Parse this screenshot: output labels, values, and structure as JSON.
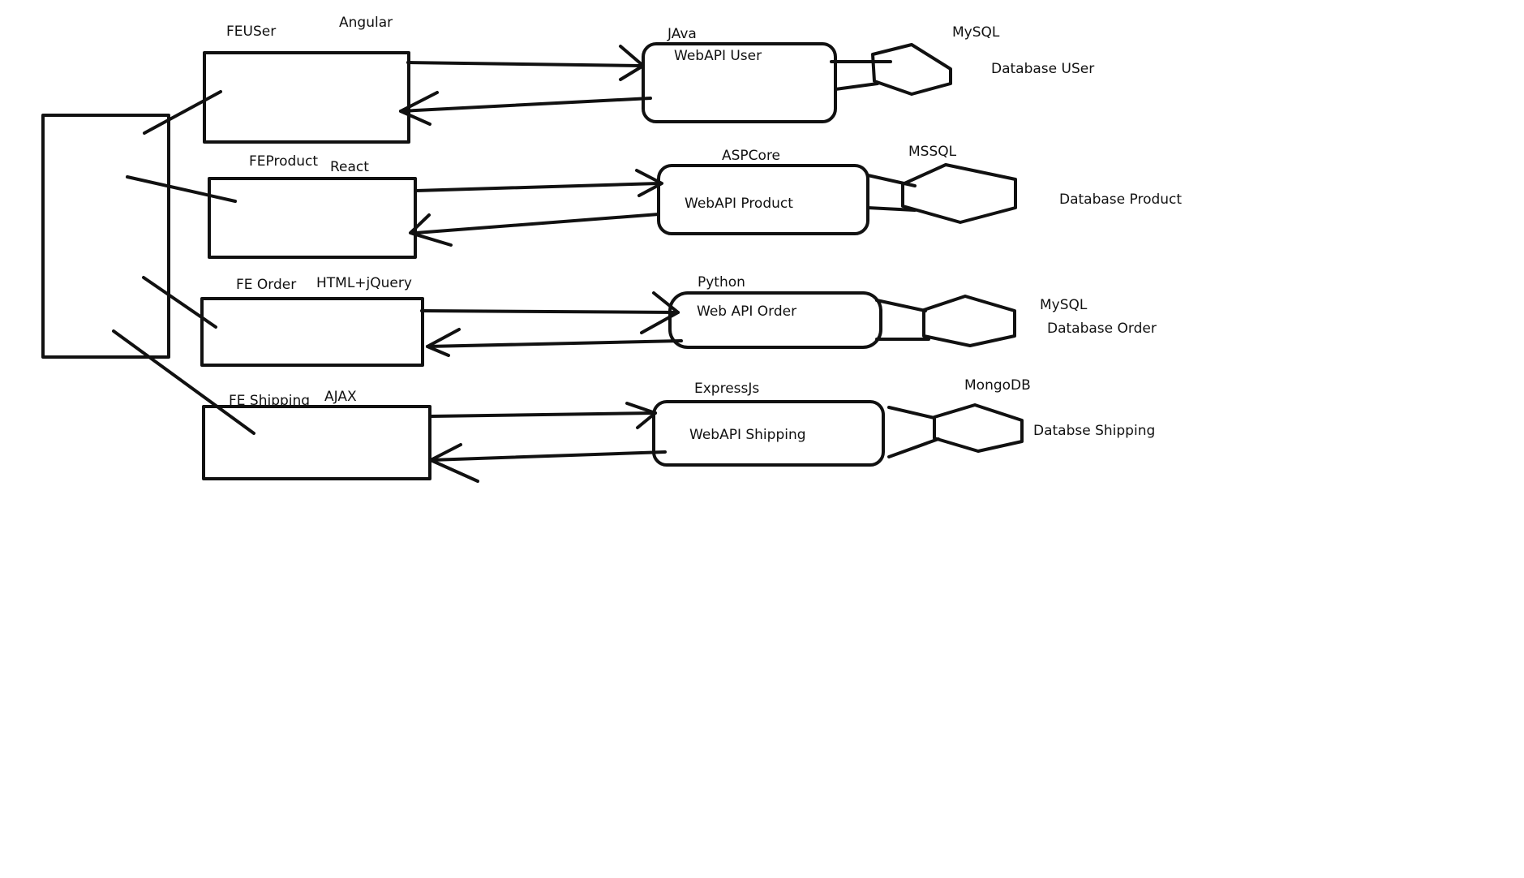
{
  "colors": {
    "background": "#ffffff",
    "ink": "#111111"
  },
  "frontend": {
    "user": {
      "name": "FEUSer",
      "tech": "Angular"
    },
    "product": {
      "name": "FEProduct",
      "tech": "React"
    },
    "order": {
      "name": "FE Order",
      "tech": "HTML+jQuery"
    },
    "shipping": {
      "name": "FE Shipping",
      "tech": "AJAX"
    }
  },
  "api": {
    "user": {
      "name": "WebAPI User",
      "tech": "JAva"
    },
    "product": {
      "name": "WebAPI Product",
      "tech": "ASPCore"
    },
    "order": {
      "name": "Web API Order",
      "tech": "Python"
    },
    "shipping": {
      "name": "WebAPI Shipping",
      "tech": "ExpressJs"
    }
  },
  "database": {
    "user": {
      "name": "Database USer",
      "engine": "MySQL"
    },
    "product": {
      "name": "Database Product",
      "engine": "MSSQL"
    },
    "order": {
      "name": "Database Order",
      "engine": "MySQL"
    },
    "shipping": {
      "name": "Databse Shipping",
      "engine": "MongoDB"
    }
  }
}
